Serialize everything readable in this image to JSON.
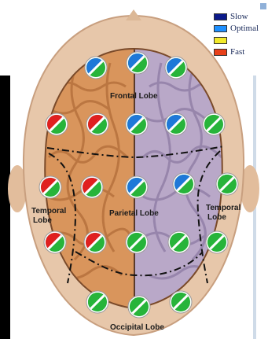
{
  "legend": {
    "items": [
      {
        "label": "Slow",
        "color": "#0b1a8a"
      },
      {
        "label": "Optimal",
        "color": "#1e90ff"
      },
      {
        "label": "",
        "color": "#f2ea2a"
      },
      {
        "label": "Fast",
        "color": "#e8401a"
      }
    ]
  },
  "labels": {
    "frontal": "Frontal Lobe",
    "temporal_left_1": "Temporal",
    "temporal_left_2": "Lobe",
    "parietal": "Parietal Lobe",
    "temporal_right_1": "Temporal",
    "temporal_right_2": "Lobe",
    "occipital": "Occipital Lobe"
  },
  "colors": {
    "slow": "#0b1a8a",
    "optimal_blue": "#1e78d8",
    "optimal_green": "#27b43a",
    "fast": "#e02020",
    "left_hemisphere": "#d9955c",
    "right_hemisphere": "#b9a8c8",
    "scalp": "#e7c7aa"
  },
  "electrodes": [
    {
      "id": "Fp1",
      "top": "blue"
    },
    {
      "id": "Fpz",
      "top": "blue"
    },
    {
      "id": "Fp2",
      "top": "blue"
    },
    {
      "id": "F7",
      "top": "red"
    },
    {
      "id": "F3",
      "top": "red"
    },
    {
      "id": "Fz",
      "top": "blue"
    },
    {
      "id": "F4",
      "top": "blue"
    },
    {
      "id": "F8",
      "top": "green"
    },
    {
      "id": "T3",
      "top": "red"
    },
    {
      "id": "C3",
      "top": "red"
    },
    {
      "id": "Cz",
      "top": "blue"
    },
    {
      "id": "C4",
      "top": "blue"
    },
    {
      "id": "T4",
      "top": "green"
    },
    {
      "id": "T5",
      "top": "red"
    },
    {
      "id": "P3",
      "top": "red"
    },
    {
      "id": "Pz",
      "top": "green"
    },
    {
      "id": "P4",
      "top": "green"
    },
    {
      "id": "T6",
      "top": "green"
    },
    {
      "id": "O1",
      "top": "green"
    },
    {
      "id": "Oz",
      "top": "green"
    },
    {
      "id": "O2",
      "top": "green"
    }
  ]
}
